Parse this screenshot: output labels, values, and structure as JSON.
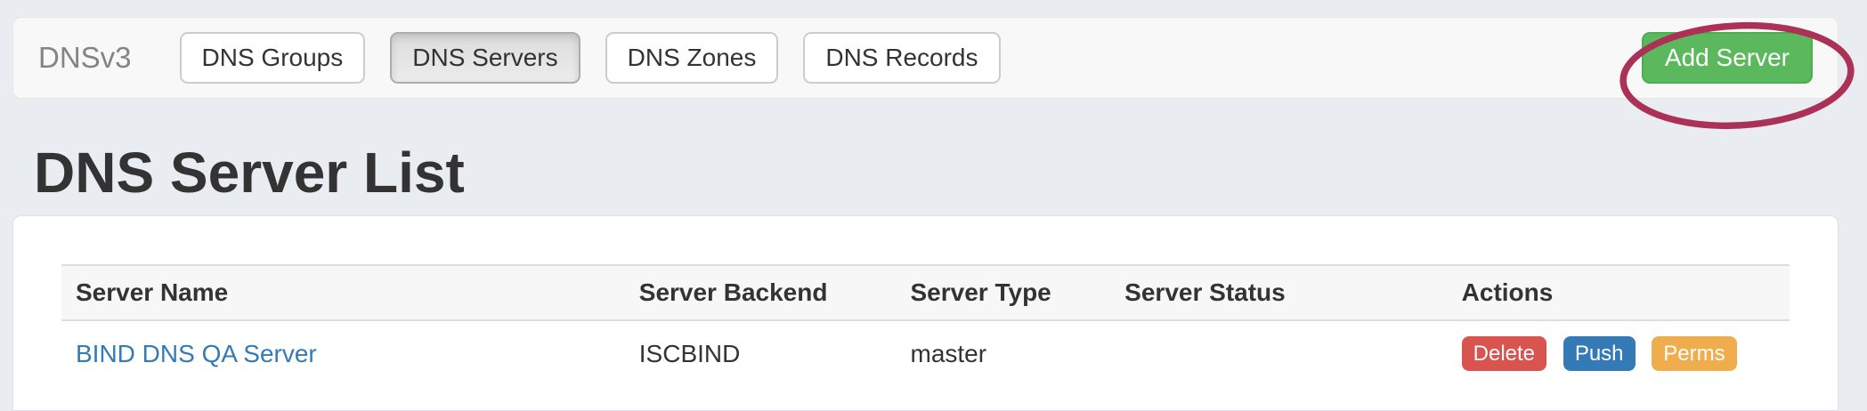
{
  "navbar": {
    "brand": "DNSv3",
    "items": [
      {
        "label": "DNS Groups",
        "active": false
      },
      {
        "label": "DNS Servers",
        "active": true
      },
      {
        "label": "DNS Zones",
        "active": false
      },
      {
        "label": "DNS Records",
        "active": false
      }
    ],
    "add_button": {
      "label": "Add Server",
      "bg": "#5cb85c",
      "border_color": "#4cae4c",
      "text_color": "#ffffff"
    }
  },
  "page": {
    "title": "DNS Server List"
  },
  "table": {
    "columns": [
      "Server Name",
      "Server Backend",
      "Server Type",
      "Server Status",
      "Actions"
    ],
    "link_color": "#337ab7",
    "rows": [
      {
        "server_name": "BIND DNS QA Server",
        "server_backend": "ISCBIND",
        "server_type": "master",
        "server_status": "",
        "actions": [
          {
            "label": "Delete",
            "bg": "#d9534f"
          },
          {
            "label": "Push",
            "bg": "#337ab7"
          },
          {
            "label": "Perms",
            "bg": "#f0ad4e"
          }
        ]
      }
    ]
  },
  "annotation": {
    "shape": "hand-drawn-ellipse",
    "around": "Add Server button",
    "color": "#ab3156"
  }
}
